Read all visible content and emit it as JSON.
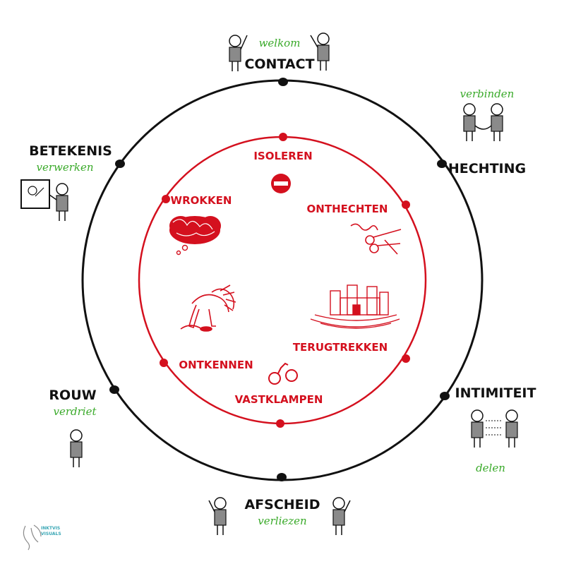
{
  "outer_stages": [
    {
      "id": "contact",
      "label": "CONTACT",
      "sub": "welkom"
    },
    {
      "id": "hechting",
      "label": "HECHTING",
      "sub": "verbinden"
    },
    {
      "id": "intimiteit",
      "label": "INTIMITEIT",
      "sub": "delen"
    },
    {
      "id": "afscheid",
      "label": "AFSCHEID",
      "sub": "verliezen"
    },
    {
      "id": "rouw",
      "label": "ROUW",
      "sub": "verdriet"
    },
    {
      "id": "betekenis",
      "label": "BETEKENIS",
      "sub": "verwerken"
    }
  ],
  "inner_stages": [
    {
      "id": "isoleren",
      "label": "ISOLEREN"
    },
    {
      "id": "onthechten",
      "label": "ONTHECHTEN"
    },
    {
      "id": "terugtrekken",
      "label": "TERUGTREKKEN"
    },
    {
      "id": "vastklampen",
      "label": "VASTKLAMPEN"
    },
    {
      "id": "ontkennen",
      "label": "ONTKENNEN"
    },
    {
      "id": "wrokken",
      "label": "WROKKEN"
    }
  ],
  "logo": {
    "line1": "INKTVIS",
    "line2": "VISUALS"
  },
  "colors": {
    "outer": "#111111",
    "inner": "#d4101e",
    "accent": "#3aaa2a",
    "figure": "#8a8a8a"
  }
}
